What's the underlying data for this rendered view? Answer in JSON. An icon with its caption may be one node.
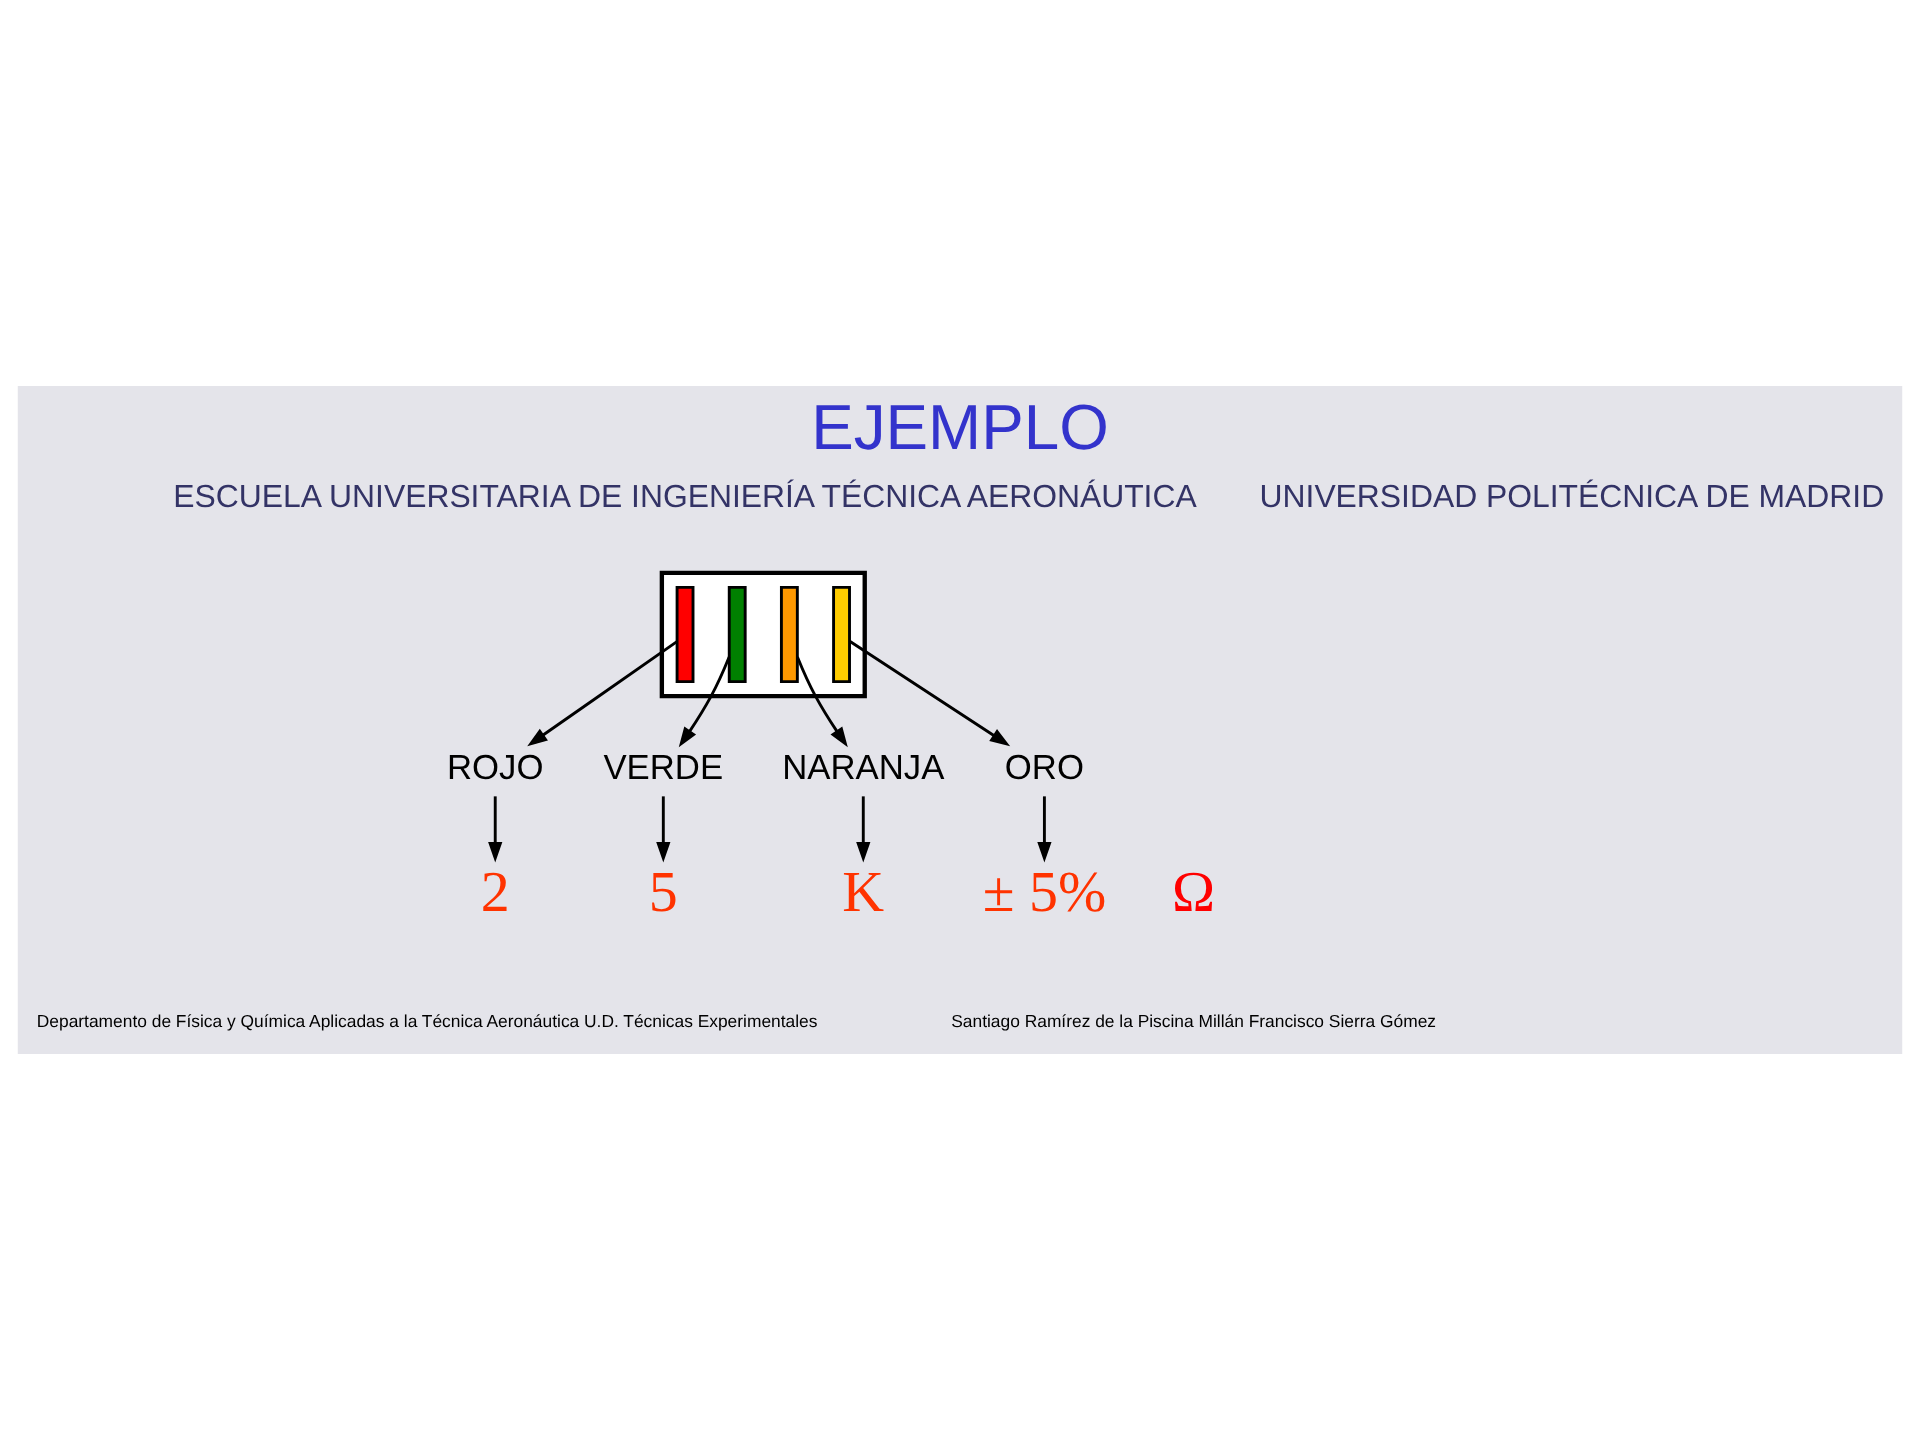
{
  "diagram": {
    "title": "EJEMPLO",
    "nodes": [
      {
        "text": [],
        "shape": "box"
      },
      {
        "text": [],
        "shape": "bar",
        "in": 0
      },
      {
        "text": [],
        "shape": "bar",
        "in": 0
      },
      {
        "text": [],
        "shape": "bar",
        "in": 0
      },
      {
        "text": [],
        "shape": "bar",
        "in": 0
      },
      {
        "text": [
          "ROJO"
        ]
      },
      {
        "text": [
          "VERDE"
        ]
      },
      {
        "text": [
          "NARANJA"
        ]
      },
      {
        "text": [
          "ORO"
        ]
      },
      {
        "text": [
          "2"
        ]
      },
      {
        "text": [
          "5"
        ]
      },
      {
        "text": [
          "K"
        ]
      },
      {
        "text": [
          "± 5%"
        ]
      }
    ],
    "edges": [
      {
        "from": 1,
        "to": 5,
        "arrow": "to"
      },
      {
        "from": 2,
        "to": 6,
        "arrow": "to"
      },
      {
        "from": 3,
        "to": 7,
        "arrow": "to"
      },
      {
        "from": 4,
        "to": 8,
        "arrow": "to"
      },
      {
        "from": 5,
        "to": 9,
        "arrow": "to"
      },
      {
        "from": 6,
        "to": 10,
        "arrow": "to"
      },
      {
        "from": 7,
        "to": 11,
        "arrow": "to"
      },
      {
        "from": 8,
        "to": 12,
        "arrow": "to"
      }
    ],
    "labels": [
      "ESCUELA UNIVERSITARIA DE INGENIERÍA TÉCNICA AERONÁUTICA",
      "UNIVERSIDAD POLITÉCNICA DE MADRID",
      "Ω",
      "Departamento de Física y Química Aplicadas a la Técnica Aeronáutica U.D. Técnicas Experimentales",
      "Santiago Ramírez de la Piscina Millán Francisco Sierra Gómez"
    ]
  }
}
